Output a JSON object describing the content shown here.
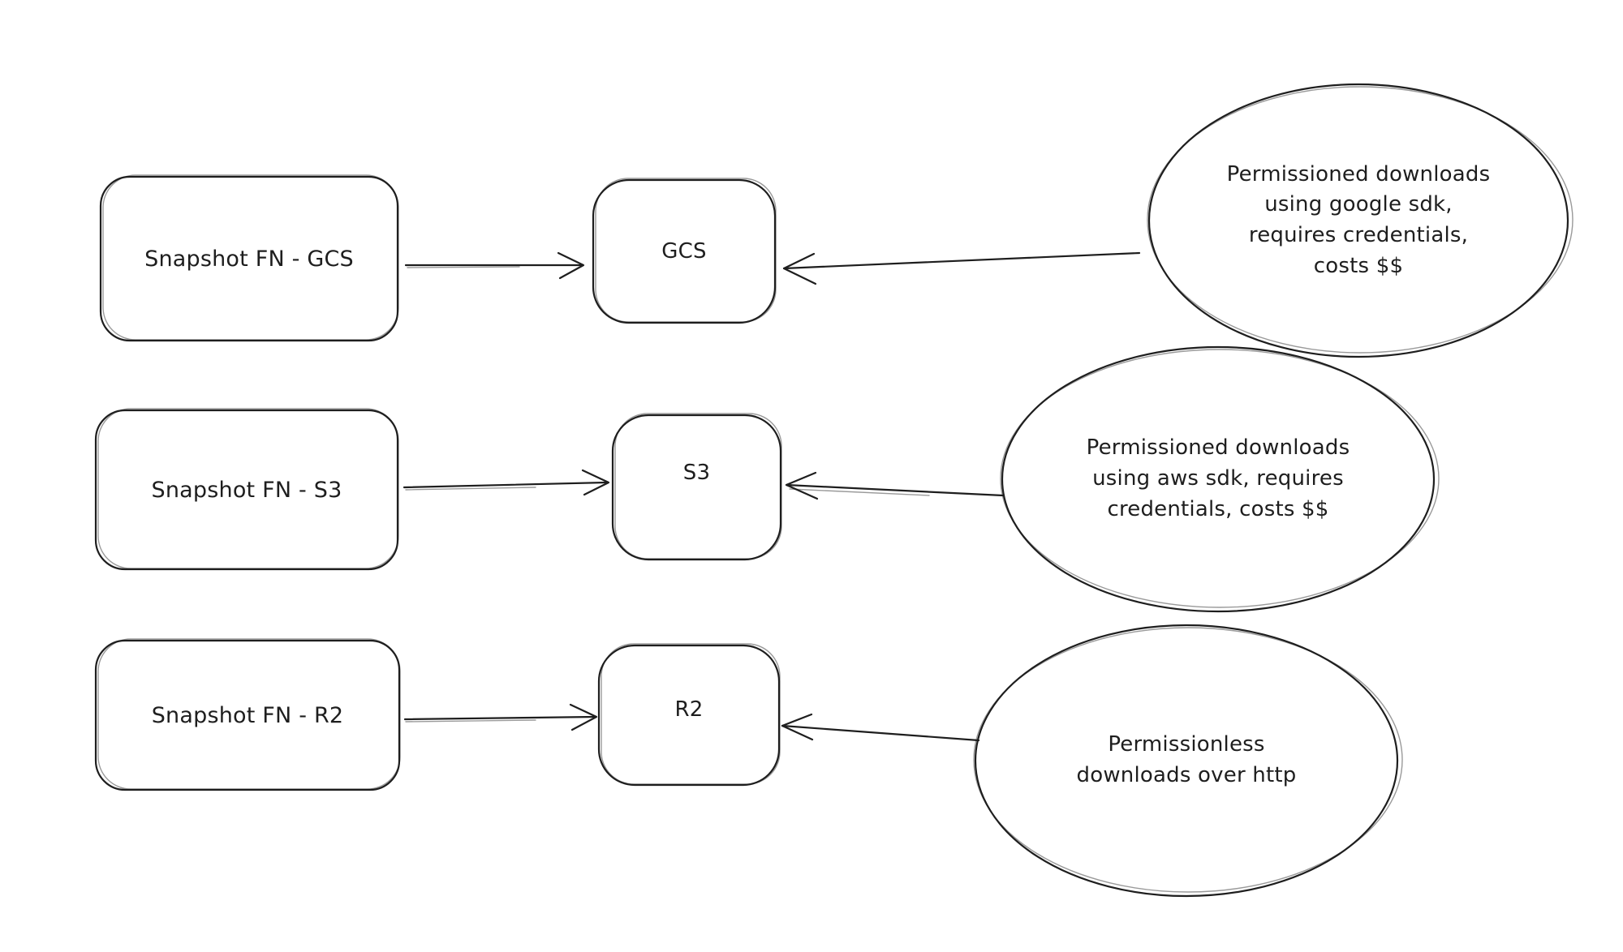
{
  "canvas": {
    "background": "#ffffff",
    "stroke_color": "#1e1e1e",
    "text_color": "#1e1e1e"
  },
  "diagram": {
    "rows": [
      {
        "source": "Snapshot FN - GCS",
        "target": "GCS",
        "note": "Permissioned downloads\nusing google sdk,\nrequires credentials,\ncosts $$"
      },
      {
        "source": "Snapshot FN - S3",
        "target": "S3",
        "note": "Permissioned downloads\nusing aws sdk, requires\ncredentials, costs $$"
      },
      {
        "source": "Snapshot FN - R2",
        "target": "R2",
        "note": "Permissionless\ndownloads over http"
      }
    ]
  }
}
